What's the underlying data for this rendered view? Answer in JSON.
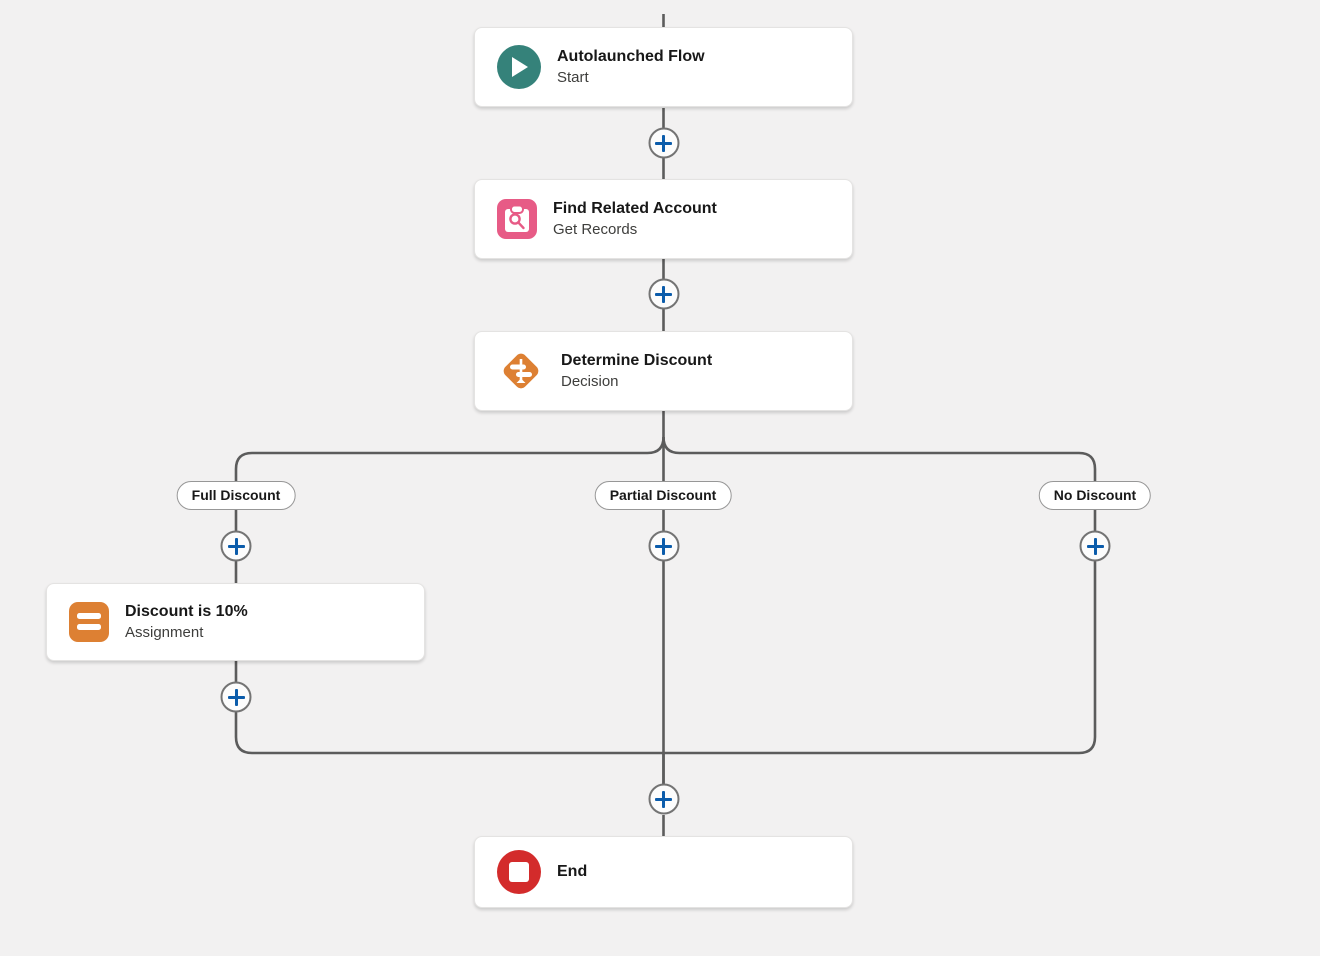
{
  "colors": {
    "background": "#f2f1f1",
    "connector": "#5c5c5c",
    "plus_blue": "#0b5cab",
    "plus_border": "#747474",
    "start_teal": "#35827a",
    "get_records_pink": "#e75b86",
    "decision_orange": "#dd8033",
    "assignment_orange": "#dd8033",
    "end_red": "#d32b2b",
    "card_title": "#181818",
    "card_subtitle": "#3e3e3c"
  },
  "nodes": {
    "start": {
      "title": "Autolaunched Flow",
      "subtitle": "Start",
      "icon": "play-icon"
    },
    "get_records": {
      "title": "Find Related Account",
      "subtitle": "Get Records",
      "icon": "record-lookup-icon"
    },
    "decision": {
      "title": "Determine Discount",
      "subtitle": "Decision",
      "icon": "decision-icon"
    },
    "assignment": {
      "title": "Discount is 10%",
      "subtitle": "Assignment",
      "icon": "assignment-icon"
    },
    "end": {
      "title": "End",
      "subtitle": "",
      "icon": "stop-icon"
    }
  },
  "branches": [
    {
      "label": "Full Discount"
    },
    {
      "label": "Partial Discount"
    },
    {
      "label": "No Discount"
    }
  ]
}
